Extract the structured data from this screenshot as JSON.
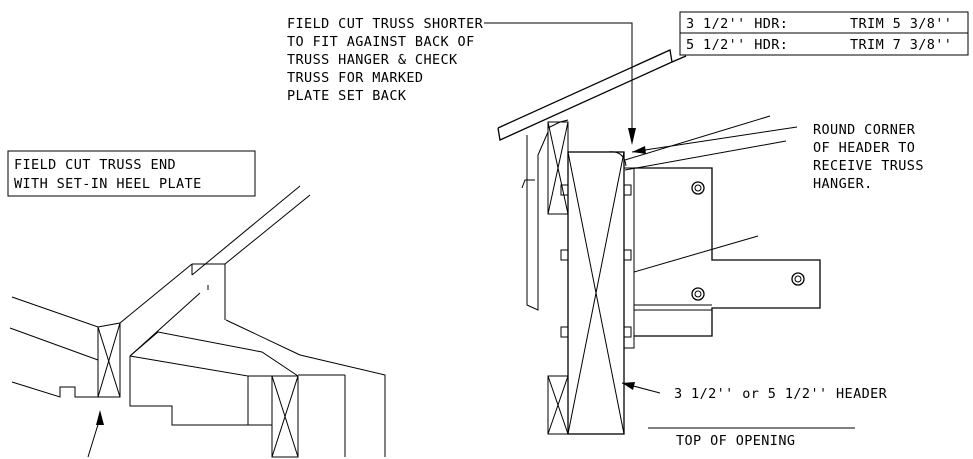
{
  "notes": {
    "field_cut_shorter": [
      "FIELD CUT TRUSS SHORTER",
      "TO FIT AGAINST BACK OF",
      "TRUSS HANGER & CHECK",
      "TRUSS FOR MARKED",
      "PLATE SET BACK"
    ],
    "field_cut_end": [
      "FIELD CUT TRUSS END",
      "WITH SET-IN HEEL PLATE"
    ],
    "round_corner": [
      "ROUND CORNER",
      "OF HEADER TO",
      "RECEIVE TRUSS",
      "HANGER."
    ],
    "header_label": "3 1/2'' or 5 1/2'' HEADER",
    "top_of_opening": "TOP OF OPENING"
  },
  "trim_table": {
    "rows": [
      {
        "size": "3 1/2'' HDR:",
        "trim": "TRIM 5 3/8''"
      },
      {
        "size": "5 1/2'' HDR:",
        "trim": "TRIM 7 3/8''"
      }
    ]
  }
}
